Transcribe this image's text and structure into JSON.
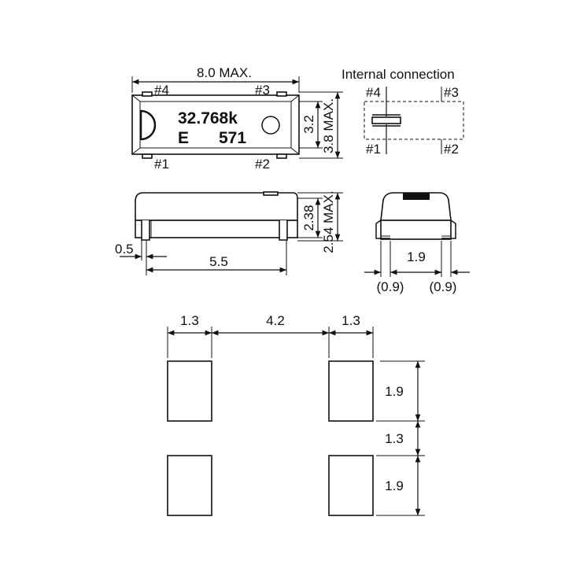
{
  "top_view": {
    "width_label": "8.0 MAX.",
    "height_inner_label": "3.2",
    "height_outer_label": "3.8 MAX.",
    "pin4": "#4",
    "pin3": "#3",
    "pin1": "#1",
    "pin2": "#2",
    "marking_line1": "32.768k",
    "marking_line2_left": "E",
    "marking_line2_right": "571"
  },
  "internal_connection": {
    "title": "Internal connection",
    "pin4": "#4",
    "pin3": "#3",
    "pin1": "#1",
    "pin2": "#2"
  },
  "side_view": {
    "height_inner_label": "2.38",
    "height_outer_label": "2.54 MAX.",
    "lead_label": "0.5",
    "pitch_label": "5.5"
  },
  "end_view": {
    "center_label": "1.9",
    "left_label": "(0.9)",
    "right_label": "(0.9)"
  },
  "footprint": {
    "pad_width_left": "1.3",
    "gap_label": "4.2",
    "pad_width_right": "1.3",
    "pad_height_top": "1.9",
    "pad_gap_vertical": "1.3",
    "pad_height_bottom": "1.9"
  }
}
